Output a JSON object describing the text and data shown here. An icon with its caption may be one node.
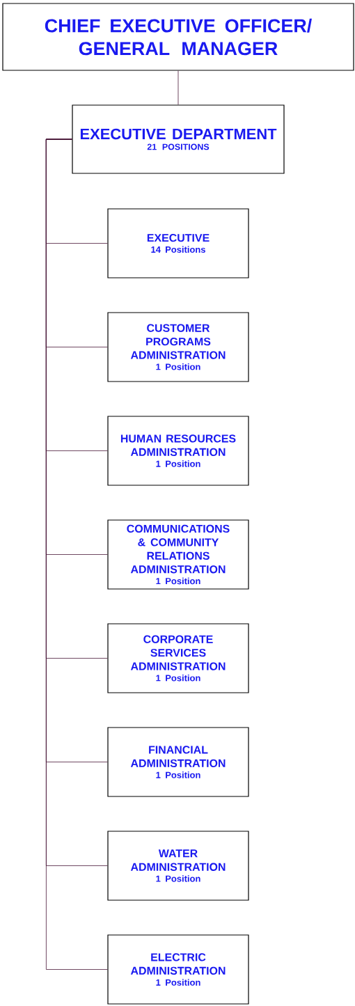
{
  "diagram": {
    "nodes": [
      {
        "text": [
          "CHIEF EXECUTIVE OFFICER/ GENERAL MANAGER"
        ]
      },
      {
        "text": [
          "EXECUTIVE DEPARTMENT",
          "21 POSITIONS"
        ]
      },
      {
        "text": [
          "EXECUTIVE",
          "14 Positions"
        ]
      },
      {
        "text": [
          "CUSTOMER PROGRAMS ADMINISTRATION",
          "1 Position"
        ]
      },
      {
        "text": [
          "HUMAN RESOURCES ADMINISTRATION",
          "1 Position"
        ]
      },
      {
        "text": [
          "COMMUNICATIONS & COMMUNITY RELATIONS ADMINISTRATION",
          "1 Position"
        ]
      },
      {
        "text": [
          "CORPORATE SERVICES ADMINISTRATION",
          "1 Position"
        ]
      },
      {
        "text": [
          "FINANCIAL ADMINISTRATION",
          "1 Position"
        ]
      },
      {
        "text": [
          "WATER ADMINISTRATION",
          "1 Position"
        ]
      },
      {
        "text": [
          "ELECTRIC ADMINISTRATION",
          "1 Position"
        ]
      }
    ],
    "edges": [
      {
        "from": 0,
        "to": 1,
        "arrow": "none"
      },
      {
        "from": 1,
        "to": 2,
        "arrow": "none"
      },
      {
        "from": 1,
        "to": 3,
        "arrow": "none"
      },
      {
        "from": 1,
        "to": 4,
        "arrow": "none"
      },
      {
        "from": 1,
        "to": 5,
        "arrow": "none"
      },
      {
        "from": 1,
        "to": 6,
        "arrow": "none"
      },
      {
        "from": 1,
        "to": 7,
        "arrow": "none"
      },
      {
        "from": 1,
        "to": 8,
        "arrow": "none"
      },
      {
        "from": 1,
        "to": 9,
        "arrow": "none"
      }
    ]
  }
}
